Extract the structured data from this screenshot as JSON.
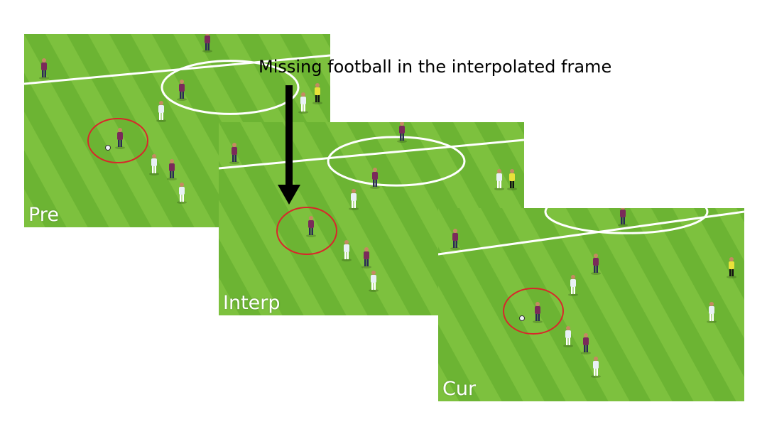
{
  "caption": "Missing football in the interpolated frame",
  "frames": [
    {
      "id": "pre",
      "label": "Pre",
      "ball_visible": true
    },
    {
      "id": "interp",
      "label": "Interp",
      "ball_visible": false
    },
    {
      "id": "cur",
      "label": "Cur",
      "ball_visible": true
    }
  ],
  "colors": {
    "pitch_light": "#7dc13e",
    "pitch_dark": "#5fa92a",
    "line": "#ffffff",
    "highlight_circle": "#d9262b",
    "arrow": "#000000",
    "barca_kit": "#7a2a5a",
    "city_kit": "#e9f0f6",
    "referee_kit": "#e8e23a"
  }
}
